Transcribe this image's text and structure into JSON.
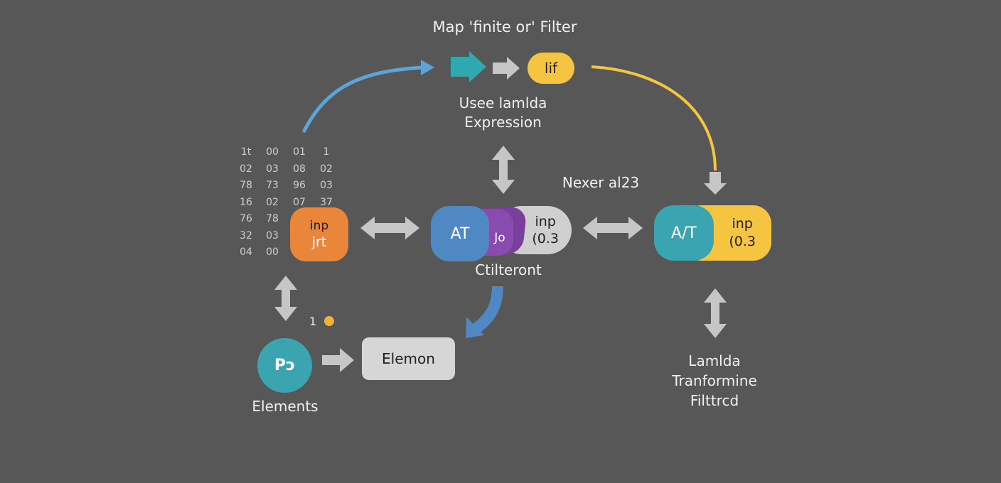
{
  "title": "Map 'finite or' Filter",
  "top": {
    "badge_label": "lif",
    "caption_line1": "Usee lamlda",
    "caption_line2": "Expression"
  },
  "matrix": {
    "rows": [
      [
        "1t",
        "00",
        "01",
        "1"
      ],
      [
        "02",
        "03",
        "08",
        "02"
      ],
      [
        "78",
        "73",
        "96",
        "03"
      ],
      [
        "16",
        "02",
        "07",
        "37"
      ],
      [
        "76",
        "78",
        "",
        ""
      ],
      [
        "32",
        "03",
        "",
        ""
      ],
      [
        "04",
        "00",
        "",
        ""
      ]
    ]
  },
  "input_node": {
    "line1": "inp",
    "line2": "jrt"
  },
  "center_node": {
    "left_label": "AT",
    "mid_label": "Jo",
    "right_line1": "inp",
    "right_line2": "(0.3",
    "caption": "Ctilteront"
  },
  "next_label": "Nexer al23",
  "right_node": {
    "left_label": "A/T",
    "right_line1": "inp",
    "right_line2": "(0.3",
    "caption_line1": "Lamlda",
    "caption_line2": "Tranformine",
    "caption_line3": "Filttrcd"
  },
  "elements": {
    "counter": "1",
    "icon_glyph": "Pɔ",
    "caption": "Elements",
    "box_label": "Elemon"
  },
  "colors": {
    "background": "#575757",
    "blue": "#5ba4d6",
    "teal": "#3aa5b0",
    "yellow": "#f5c542",
    "orange": "#e9863a",
    "purple": "#8a4bb0",
    "steel_blue": "#4f88c2",
    "gray_arrow": "#c6c6c6",
    "light_box": "#d6d6d6"
  }
}
